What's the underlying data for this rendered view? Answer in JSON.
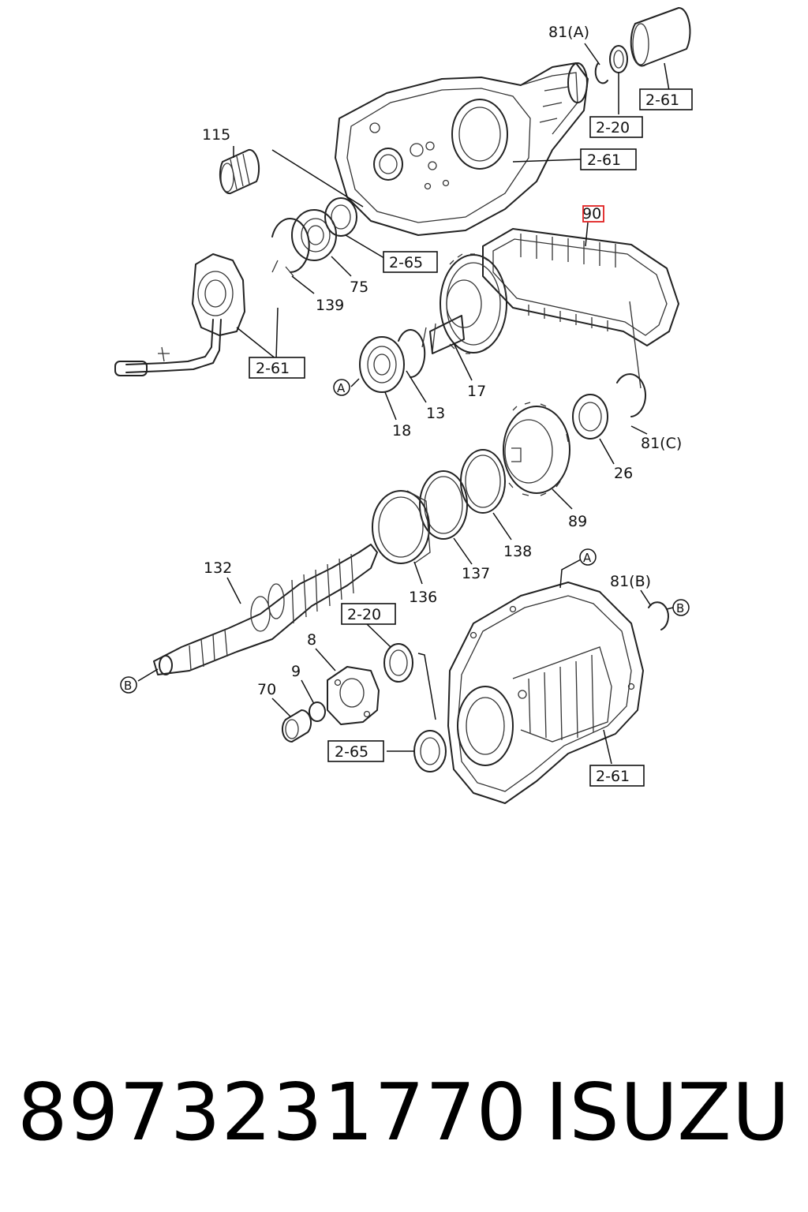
{
  "diagram": {
    "part_labels": [
      "81(A)",
      "115",
      "90",
      "75",
      "139",
      "17",
      "13",
      "18",
      "81(C)",
      "26",
      "89",
      "138",
      "137",
      "136",
      "132",
      "81(B)",
      "8",
      "9",
      "70"
    ],
    "ref_labels": [
      "2-61",
      "2-20",
      "2-61",
      "2-65",
      "2-61",
      "2-20",
      "2-65",
      "2-61"
    ],
    "callouts": [
      "A",
      "A",
      "B",
      "B"
    ],
    "highlight_color": "#e02020"
  },
  "footer": {
    "part_number": "8973231770",
    "brand": "ISUZU"
  }
}
